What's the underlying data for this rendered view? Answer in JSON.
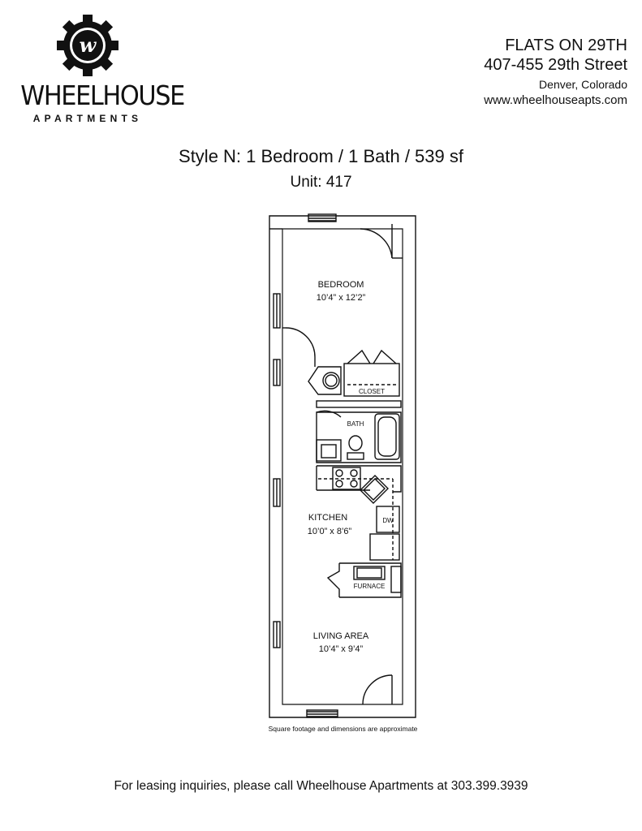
{
  "logo": {
    "mark_letter": "w",
    "wordmark": "WHEELHOUSE",
    "subtitle": "APARTMENTS"
  },
  "property": {
    "name": "FLATS ON 29TH",
    "street": "407-455 29th Street",
    "city": "Denver, Colorado",
    "website": "www.wheelhouseapts.com"
  },
  "plan": {
    "style": "Style N: 1 Bedroom / 1 Bath / 539 sf",
    "unit": "Unit: 417",
    "rooms": {
      "bedroom": {
        "name": "BEDROOM",
        "dims": "10’4” x 12’2”"
      },
      "kitchen": {
        "name": "KITCHEN",
        "dims": "10’0” x 8’6”"
      },
      "living": {
        "name": "LIVING AREA",
        "dims": "10’4” x 9’4”"
      }
    },
    "labels": {
      "closet": "CLOSET",
      "bath": "BATH",
      "dw": "DW",
      "furnace": "FURNACE"
    }
  },
  "footnote": "Square footage and dimensions are approximate",
  "footer": "For leasing inquiries, please call Wheelhouse Apartments at 303.399.3939",
  "colors": {
    "ink": "#111111",
    "background": "#ffffff"
  }
}
